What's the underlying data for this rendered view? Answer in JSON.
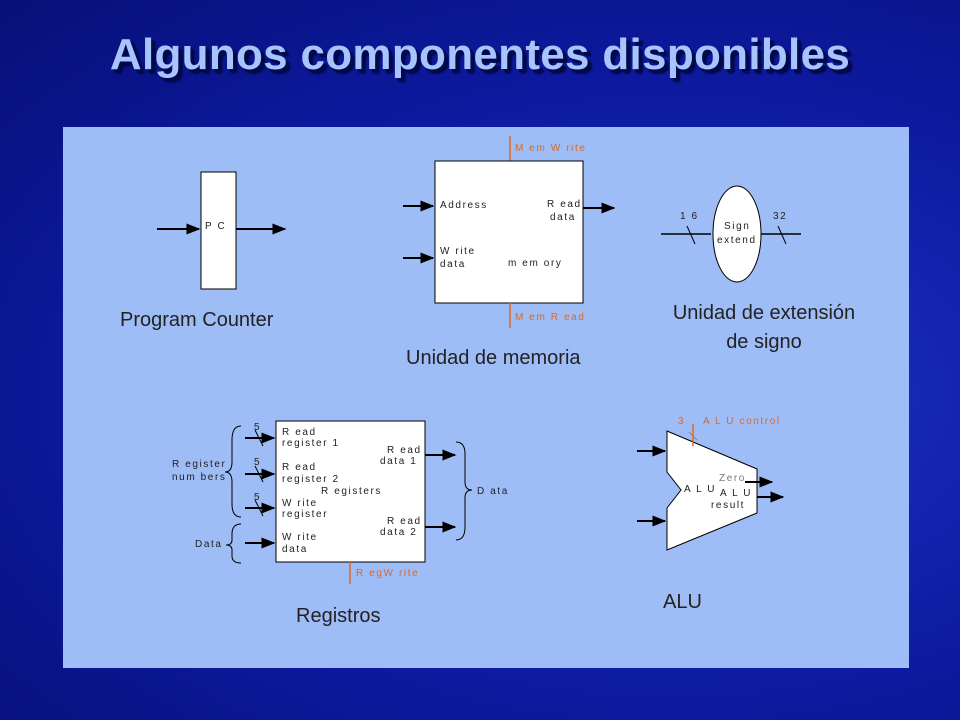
{
  "title": "Algunos componentes disponibles",
  "colors": {
    "background": "#1020b0",
    "panel": "#9ebcf5",
    "control": "#d86a2c",
    "title": "#a8c4ff"
  },
  "pc": {
    "label": "P C",
    "caption": "Program Counter"
  },
  "memory": {
    "control_top": "M em W rite",
    "address": "Address",
    "read_data_1": "R ead",
    "read_data_2": "data",
    "write_data_1": "W rite",
    "write_data_2": "data",
    "name": "m em ory",
    "control_bottom": "M em R ead",
    "caption": "Unidad de memoria"
  },
  "sign_extend": {
    "in_bits": "1 6",
    "out_bits": "32",
    "label_1": "Sign",
    "label_2": "extend",
    "caption_1": "Unidad de extensión",
    "caption_2": "de signo"
  },
  "registers": {
    "bits_1": "5",
    "bits_2": "5",
    "bits_3": "5",
    "read_reg1_a": "R ead",
    "read_reg1_b": "register 1",
    "read_reg2_a": "R ead",
    "read_reg2_b": "register 2",
    "name": "R egisters",
    "write_reg_a": "W rite",
    "write_reg_b": "register",
    "write_data_a": "W rite",
    "write_data_b": "data",
    "read_data1_a": "R ead",
    "read_data1_b": "data 1",
    "read_data2_a": "R ead",
    "read_data2_b": "data 2",
    "register_numbers_1": "R egister",
    "register_numbers_2": "num bers",
    "data_in": "Data",
    "data_out": "D ata",
    "control": "R egW rite",
    "caption": "Registros"
  },
  "alu": {
    "control_bits": "3",
    "control": "A L U  control",
    "name": "A L U",
    "zero": "Zero",
    "result_1": "A L U",
    "result_2": "result",
    "caption": "ALU"
  }
}
